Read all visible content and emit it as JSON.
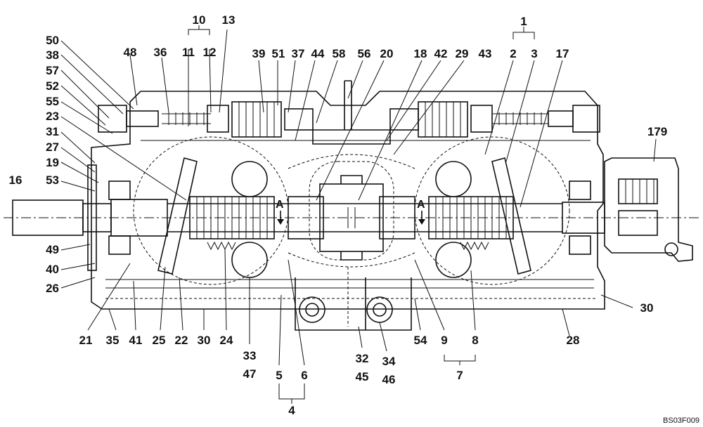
{
  "figure_ref": "BS03F009",
  "section_marks": [
    "A",
    "A"
  ],
  "callouts": [
    {
      "id": "c10",
      "text": "10"
    },
    {
      "id": "c13",
      "text": "13"
    },
    {
      "id": "c1",
      "text": "1"
    },
    {
      "id": "c50",
      "text": "50"
    },
    {
      "id": "c38",
      "text": "38"
    },
    {
      "id": "c57",
      "text": "57"
    },
    {
      "id": "c52",
      "text": "52"
    },
    {
      "id": "c55",
      "text": "55"
    },
    {
      "id": "c23",
      "text": "23"
    },
    {
      "id": "c31",
      "text": "31"
    },
    {
      "id": "c27",
      "text": "27"
    },
    {
      "id": "c19",
      "text": "19"
    },
    {
      "id": "c16",
      "text": "16"
    },
    {
      "id": "c53",
      "text": "53"
    },
    {
      "id": "c49",
      "text": "49"
    },
    {
      "id": "c40",
      "text": "40"
    },
    {
      "id": "c26",
      "text": "26"
    },
    {
      "id": "c48",
      "text": "48"
    },
    {
      "id": "c36",
      "text": "36"
    },
    {
      "id": "c11",
      "text": "11"
    },
    {
      "id": "c12",
      "text": "12"
    },
    {
      "id": "c39",
      "text": "39"
    },
    {
      "id": "c51",
      "text": "51"
    },
    {
      "id": "c37",
      "text": "37"
    },
    {
      "id": "c44",
      "text": "44"
    },
    {
      "id": "c58",
      "text": "58"
    },
    {
      "id": "c56",
      "text": "56"
    },
    {
      "id": "c20",
      "text": "20"
    },
    {
      "id": "c18",
      "text": "18"
    },
    {
      "id": "c42",
      "text": "42"
    },
    {
      "id": "c29",
      "text": "29"
    },
    {
      "id": "c43",
      "text": "43"
    },
    {
      "id": "c2",
      "text": "2"
    },
    {
      "id": "c3",
      "text": "3"
    },
    {
      "id": "c17",
      "text": "17"
    },
    {
      "id": "c179",
      "text": "179"
    },
    {
      "id": "c30r",
      "text": "30"
    },
    {
      "id": "c28",
      "text": "28"
    },
    {
      "id": "c21",
      "text": "21"
    },
    {
      "id": "c35",
      "text": "35"
    },
    {
      "id": "c41",
      "text": "41"
    },
    {
      "id": "c25",
      "text": "25"
    },
    {
      "id": "c22",
      "text": "22"
    },
    {
      "id": "c30b",
      "text": "30"
    },
    {
      "id": "c24",
      "text": "24"
    },
    {
      "id": "c33",
      "text": "33"
    },
    {
      "id": "c47",
      "text": "47"
    },
    {
      "id": "c5",
      "text": "5"
    },
    {
      "id": "c6",
      "text": "6"
    },
    {
      "id": "c4",
      "text": "4"
    },
    {
      "id": "c32",
      "text": "32"
    },
    {
      "id": "c45",
      "text": "45"
    },
    {
      "id": "c34",
      "text": "34"
    },
    {
      "id": "c46",
      "text": "46"
    },
    {
      "id": "c54",
      "text": "54"
    },
    {
      "id": "c9",
      "text": "9"
    },
    {
      "id": "c8",
      "text": "8"
    },
    {
      "id": "c7",
      "text": "7"
    }
  ]
}
